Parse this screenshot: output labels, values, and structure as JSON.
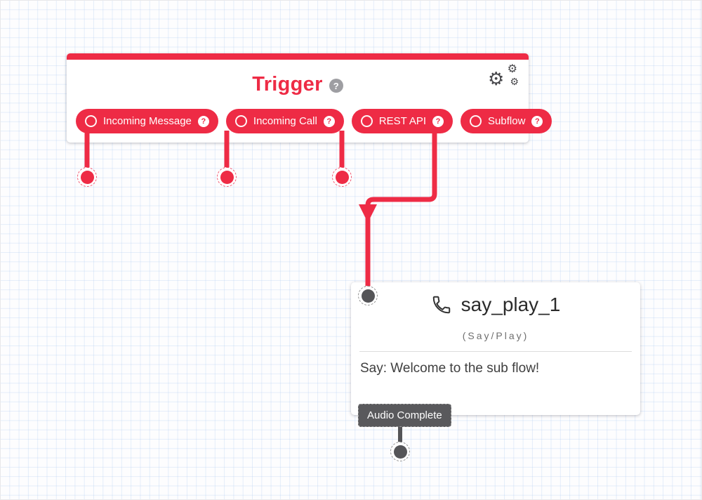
{
  "icons": {
    "help": "?",
    "gear": "⚙"
  },
  "trigger": {
    "title": "Trigger",
    "pills": [
      {
        "label": "Incoming Message"
      },
      {
        "label": "Incoming Call"
      },
      {
        "label": "REST API"
      },
      {
        "label": "Subflow"
      }
    ]
  },
  "say_play": {
    "title": "say_play_1",
    "type": "(Say/Play)",
    "message": "Say: Welcome to the sub flow!",
    "transition_label": "Audio Complete"
  },
  "colors": {
    "accent_red": "#ee2b45",
    "dark_gray": "#59595c",
    "grid_line": "#dfe9f8"
  }
}
